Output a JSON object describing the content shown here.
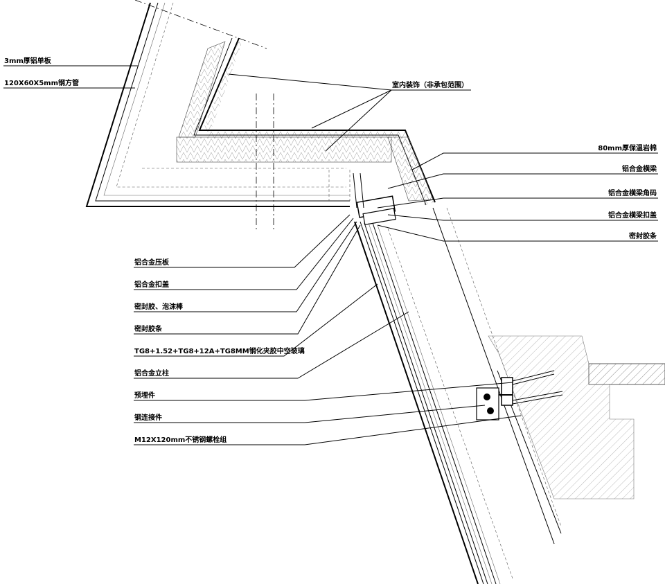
{
  "title": "Curtain wall node detail",
  "labels_left_top": [
    {
      "id": "aluminum-panel",
      "text": "3mm厚铝单板"
    },
    {
      "id": "steel-tube",
      "text": "120X60X5mm钢方管"
    }
  ],
  "labels_top": [
    {
      "id": "interior-decoration",
      "text": "室内装饰（非承包范围）"
    }
  ],
  "labels_right": [
    {
      "id": "rock-wool",
      "text": "80mm厚保温岩棉"
    },
    {
      "id": "transom",
      "text": "铝合金横梁"
    },
    {
      "id": "transom-bracket",
      "text": "铝合金横梁角码"
    },
    {
      "id": "transom-cover",
      "text": "铝合金横梁扣盖"
    },
    {
      "id": "gasket-right",
      "text": "密封胶条"
    }
  ],
  "labels_left": [
    {
      "id": "pressure-plate",
      "text": "铝合金压板"
    },
    {
      "id": "cover-cap",
      "text": "铝合金扣盖"
    },
    {
      "id": "sealant-foam",
      "text": "密封胶、泡沫棒"
    },
    {
      "id": "gasket-left",
      "text": "密封胶条"
    },
    {
      "id": "glass",
      "text": "TG8+1.52+TG8+12A+TG8MM钢化夹胶中空玻璃"
    },
    {
      "id": "mullion",
      "text": "铝合金立柱"
    },
    {
      "id": "embedded-part",
      "text": "预埋件"
    },
    {
      "id": "steel-connector",
      "text": "钢连接件"
    },
    {
      "id": "bolt-set",
      "text": "M12X120mm不锈钢螺栓组"
    }
  ]
}
